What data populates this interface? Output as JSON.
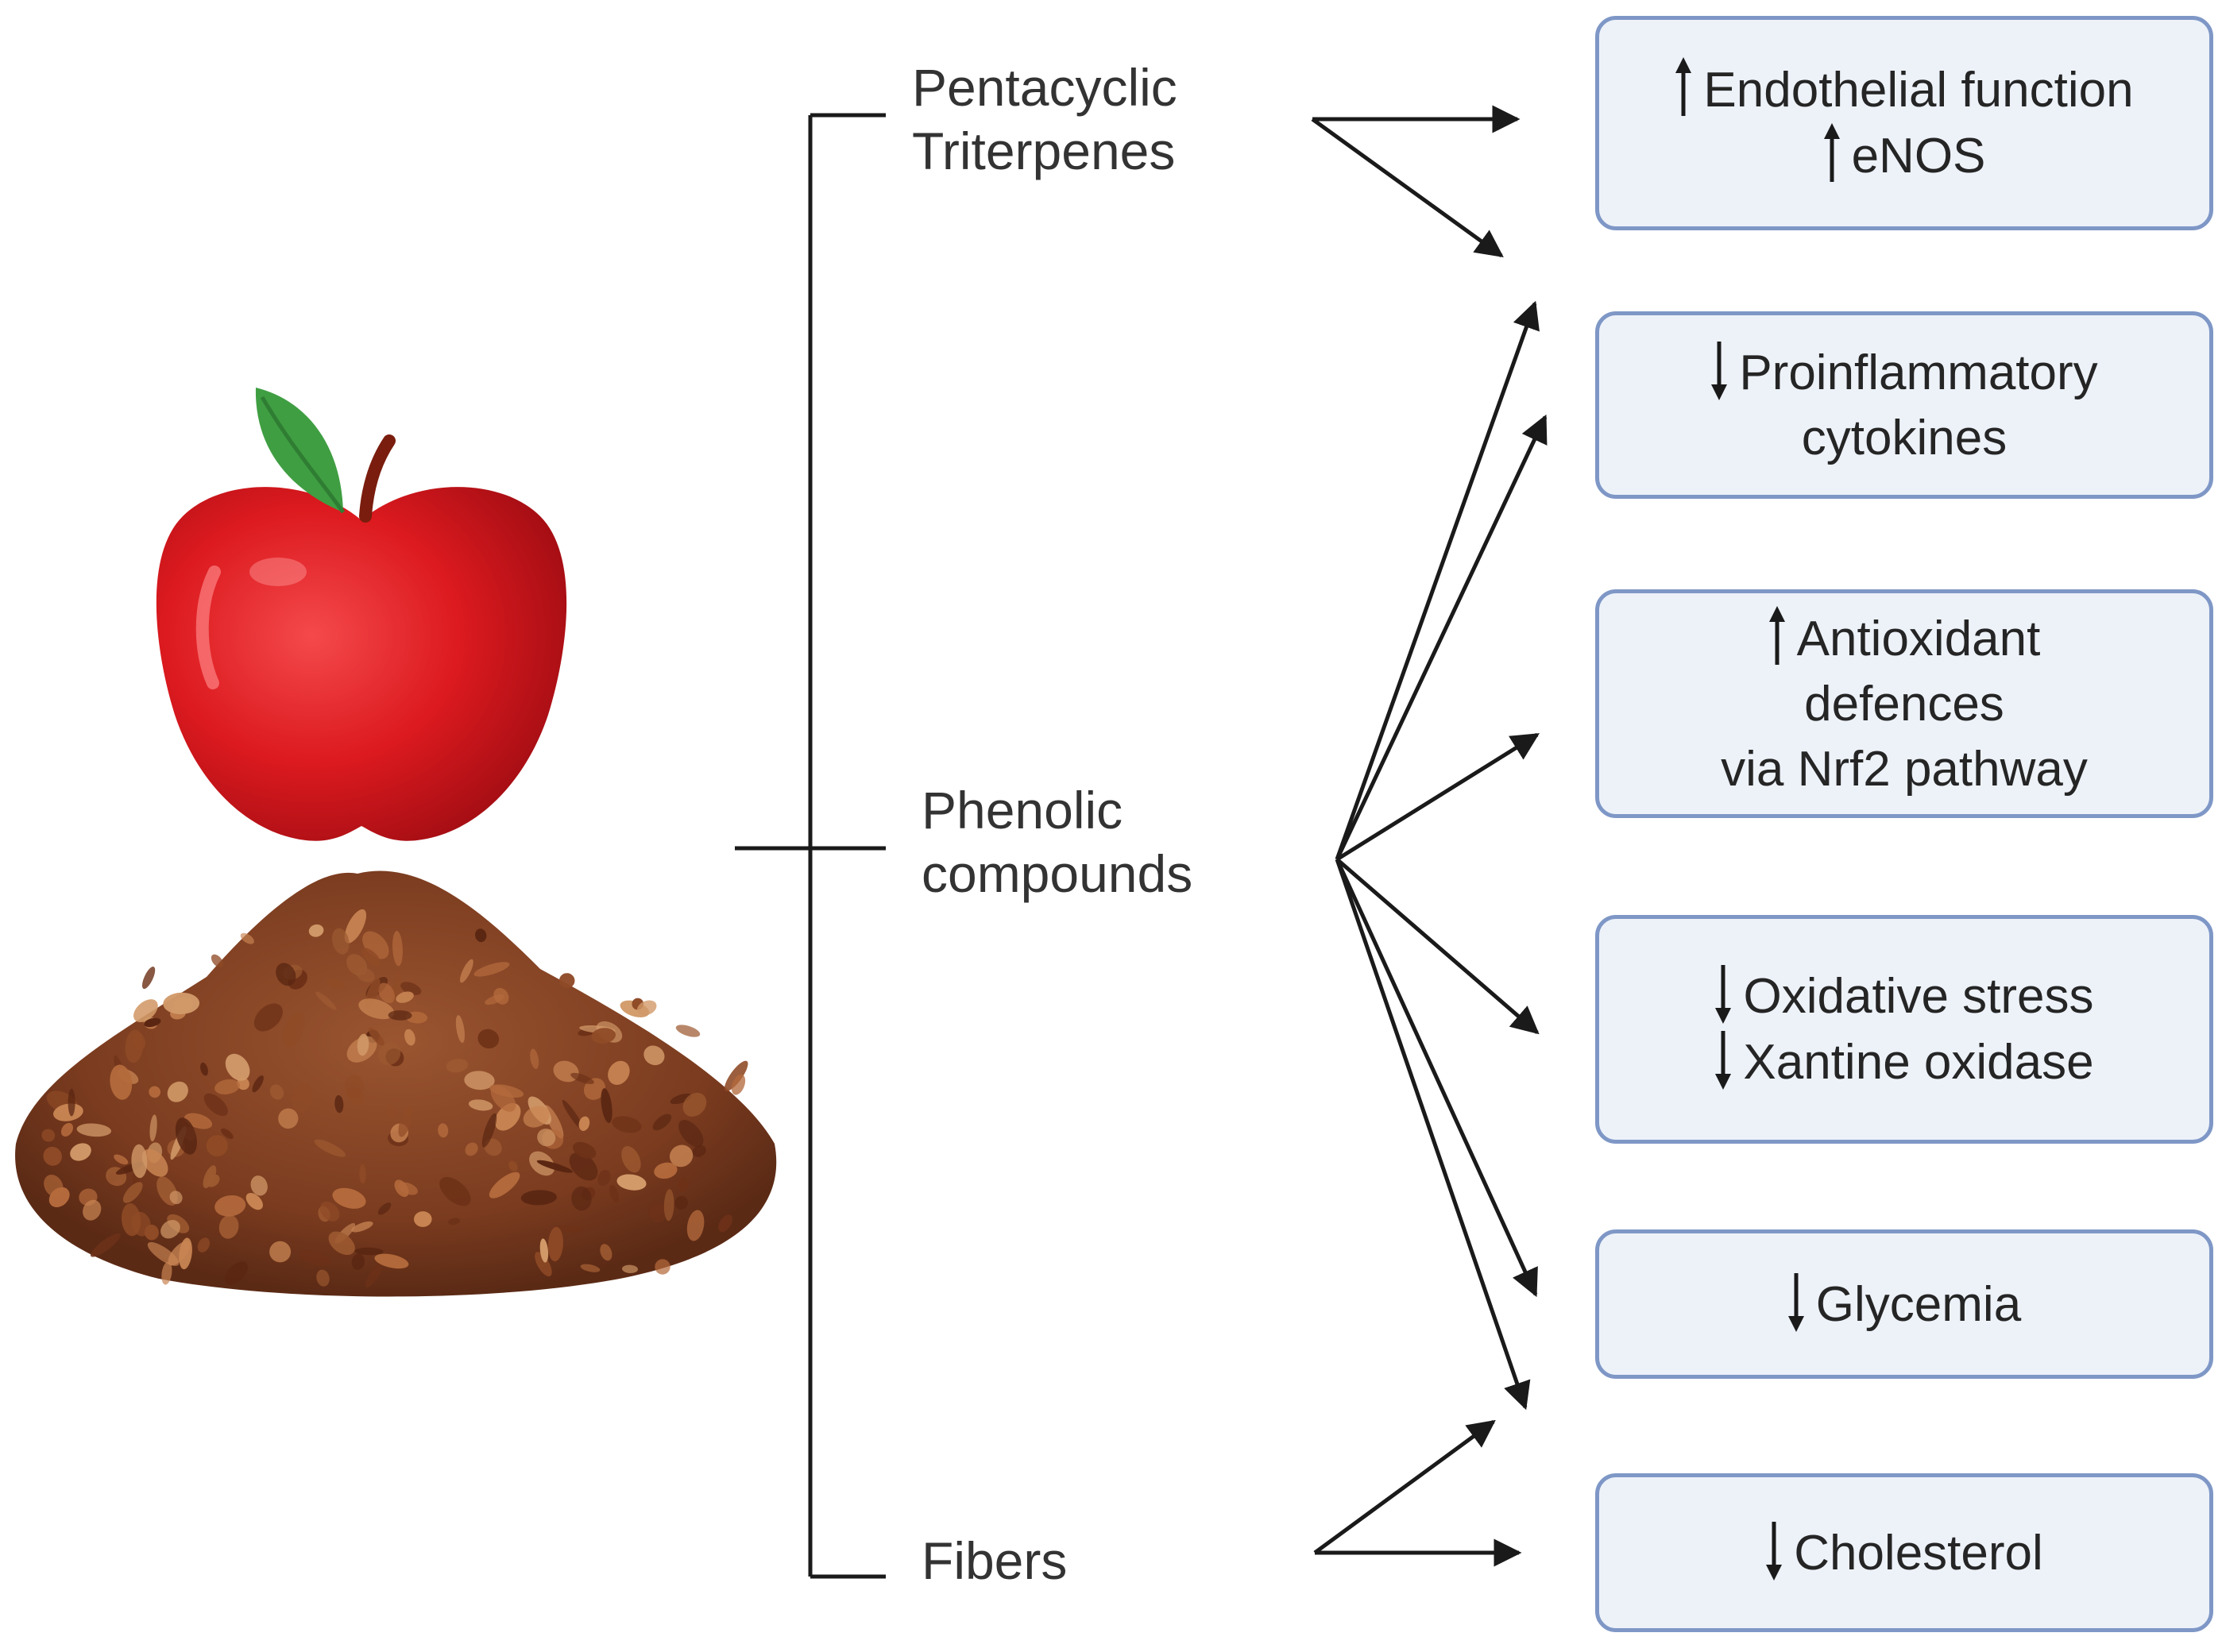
{
  "sources": [
    {
      "id": "triterpenes",
      "label": "Pentacyclic\nTriterpenes"
    },
    {
      "id": "phenolic",
      "label": "Phenolic\ncompounds"
    },
    {
      "id": "fibers",
      "label": "Fibers"
    }
  ],
  "effects": [
    {
      "id": "endothelial",
      "lines": [
        {
          "dir": "up",
          "text": "Endothelial function"
        },
        {
          "dir": "up",
          "text": "eNOS"
        }
      ]
    },
    {
      "id": "cytokines",
      "lines": [
        {
          "dir": "down",
          "text": "Proinflammatory"
        },
        {
          "dir": "",
          "text": "cytokines"
        }
      ]
    },
    {
      "id": "antioxidant",
      "lines": [
        {
          "dir": "up",
          "text": "Antioxidant"
        },
        {
          "dir": "",
          "text": "defences"
        },
        {
          "dir": "",
          "text": "via Nrf2 pathway"
        }
      ]
    },
    {
      "id": "oxidative",
      "lines": [
        {
          "dir": "down",
          "text": "Oxidative stress"
        },
        {
          "dir": "down",
          "text": "Xantine oxidase"
        }
      ]
    },
    {
      "id": "glycemia",
      "lines": [
        {
          "dir": "down",
          "text": "Glycemia"
        }
      ]
    },
    {
      "id": "cholesterol",
      "lines": [
        {
          "dir": "down",
          "text": "Cholesterol"
        }
      ]
    }
  ],
  "links": [
    {
      "from": "triterpenes",
      "to": "endothelial"
    },
    {
      "from": "triterpenes",
      "to": "cytokines"
    },
    {
      "from": "phenolic",
      "to": "endothelial"
    },
    {
      "from": "phenolic",
      "to": "cytokines"
    },
    {
      "from": "phenolic",
      "to": "antioxidant"
    },
    {
      "from": "phenolic",
      "to": "oxidative"
    },
    {
      "from": "phenolic",
      "to": "glycemia"
    },
    {
      "from": "phenolic",
      "to": "cholesterol"
    },
    {
      "from": "fibers",
      "to": "glycemia"
    },
    {
      "from": "fibers",
      "to": "cholesterol"
    }
  ],
  "colors": {
    "apple": "#d8161c",
    "leaf": "#3f9e42",
    "pomace": "#8a4424",
    "box_fill": "#edf2f9",
    "box_border": "#7e97c6",
    "line": "#1a1a1a"
  }
}
